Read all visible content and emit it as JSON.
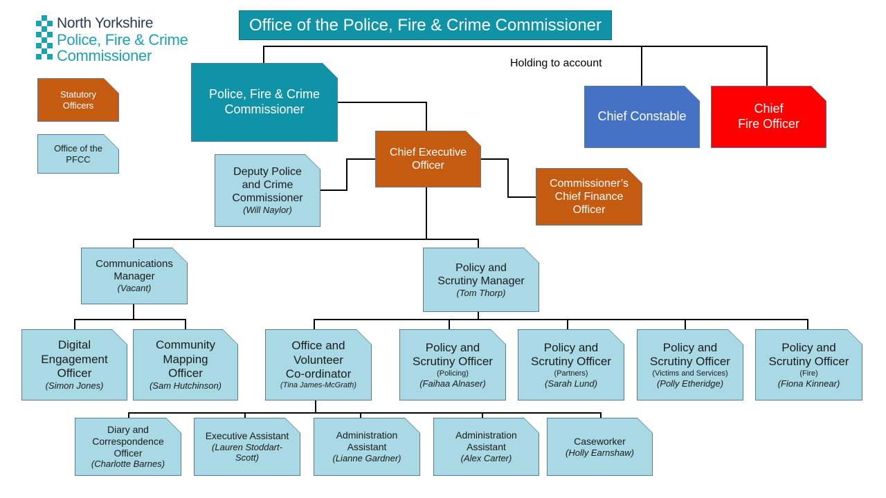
{
  "logo": {
    "line1": "North Yorkshire",
    "line2": "Police, Fire & Crime",
    "line3": "Commissioner"
  },
  "title": "Office of the Police, Fire & Crime Commissioner",
  "holding_label": "Holding to account",
  "legend": {
    "statutory": [
      "Statutory",
      "Officers"
    ],
    "office": [
      "Office of the",
      "PFCC"
    ]
  },
  "nodes": {
    "pfcc": [
      "Police, Fire & Crime",
      "Commissioner"
    ],
    "chief_constable": [
      "Chief Constable"
    ],
    "chief_fire": [
      "Chief",
      "Fire Officer"
    ],
    "ceo": [
      "Chief Executive",
      "Officer"
    ],
    "deputy": {
      "lines": [
        "Deputy Police",
        "and Crime",
        "Commissioner"
      ],
      "name": "(Will Naylor)"
    },
    "cfo": [
      "Commissioner’s",
      "Chief Finance",
      "Officer"
    ],
    "comms": {
      "lines": [
        "Communications",
        "Manager"
      ],
      "name": "(Vacant)"
    },
    "policy_mgr": {
      "lines": [
        "Policy and",
        "Scrutiny Manager"
      ],
      "name": "(Tom Thorp)"
    },
    "digital": {
      "lines": [
        "Digital",
        "Engagement",
        "Officer"
      ],
      "name": "(Simon Jones)"
    },
    "community": {
      "lines": [
        "Community",
        "Mapping",
        "Officer"
      ],
      "name": "(Sam Hutchinson)"
    },
    "office_vol": {
      "lines": [
        "Office and",
        "Volunteer",
        "Co-ordinator"
      ],
      "name": "(Tina James-McGrath)"
    },
    "pso_policing": {
      "lines": [
        "Policy and",
        "Scrutiny Officer"
      ],
      "sub": "(Policing)",
      "name": "(Faihaa Alnaser)"
    },
    "pso_partners": {
      "lines": [
        "Policy and",
        "Scrutiny Officer"
      ],
      "sub": "(Partners)",
      "name": "(Sarah Lund)"
    },
    "pso_victims": {
      "lines": [
        "Policy and",
        "Scrutiny Officer"
      ],
      "sub": "(Victims and Services)",
      "name": "(Polly Etheridge)"
    },
    "pso_fire": {
      "lines": [
        "Policy and",
        "Scrutiny Officer"
      ],
      "sub": "(Fire)",
      "name": "(Fiona Kinnear)"
    },
    "diary": {
      "lines": [
        "Diary and",
        "Correspondence",
        "Officer"
      ],
      "name": "(Charlotte Barnes)"
    },
    "exec_asst": {
      "lines": [
        "Executive Assistant"
      ],
      "name": "(Lauren Stoddart-",
      "name2": "Scott)"
    },
    "admin1": {
      "lines": [
        "Administration",
        "Assistant"
      ],
      "name": "(Lianne Gardner)"
    },
    "admin2": {
      "lines": [
        "Administration",
        "Assistant"
      ],
      "name": "(Alex Carter)"
    },
    "caseworker": {
      "lines": [
        "Caseworker"
      ],
      "name": "(Holly Earnshaw)"
    }
  },
  "colors": {
    "teal": "#1093a7",
    "orange": "#c55a11",
    "light_blue": "#a9d9e5",
    "blue": "#4472c4",
    "red": "#ff0000"
  }
}
